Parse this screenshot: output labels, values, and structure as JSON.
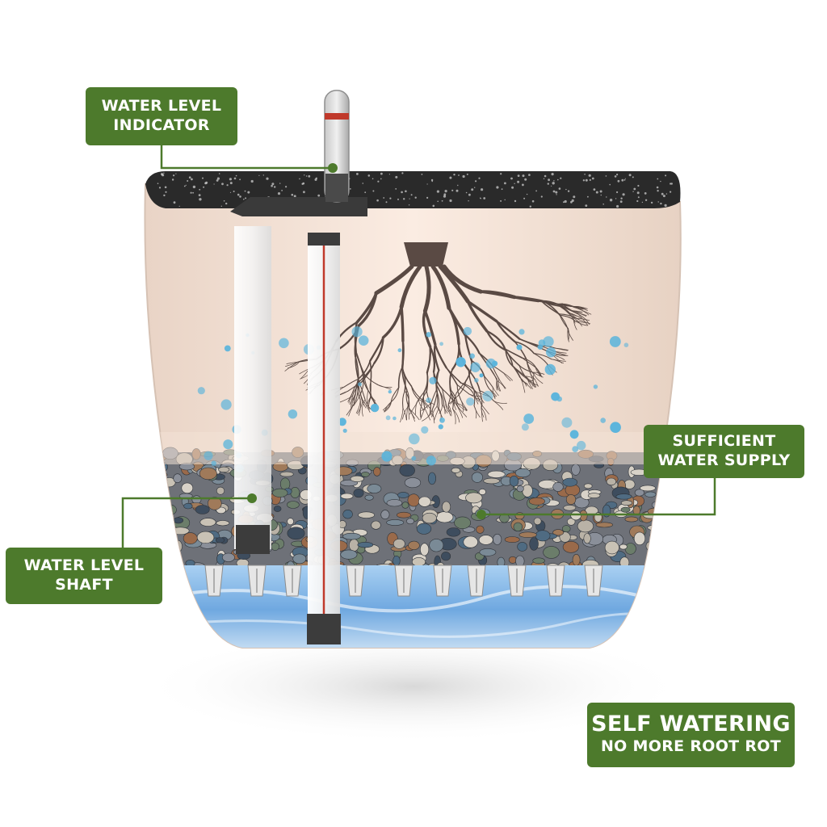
{
  "labels": {
    "water_level_indicator": [
      "WATER LEVEL",
      "INDICATOR"
    ],
    "sufficient_water_supply": [
      "SUFFICIENT",
      "WATER SUPPLY"
    ],
    "water_level_shaft": [
      "WATER LEVEL",
      "SHAFT"
    ],
    "self_watering": [
      "SELF WATERING",
      "NO MORE ROOT ROT"
    ]
  },
  "colors": {
    "label_bg": "#4d7a2c",
    "pot_body": "#f7e6da",
    "pot_rim": "#2a2a2a",
    "water": "#7fb3e6",
    "roots": "#5a4a44",
    "bubbles": "#5ab4dc",
    "indicator_red": "#c0392b"
  }
}
